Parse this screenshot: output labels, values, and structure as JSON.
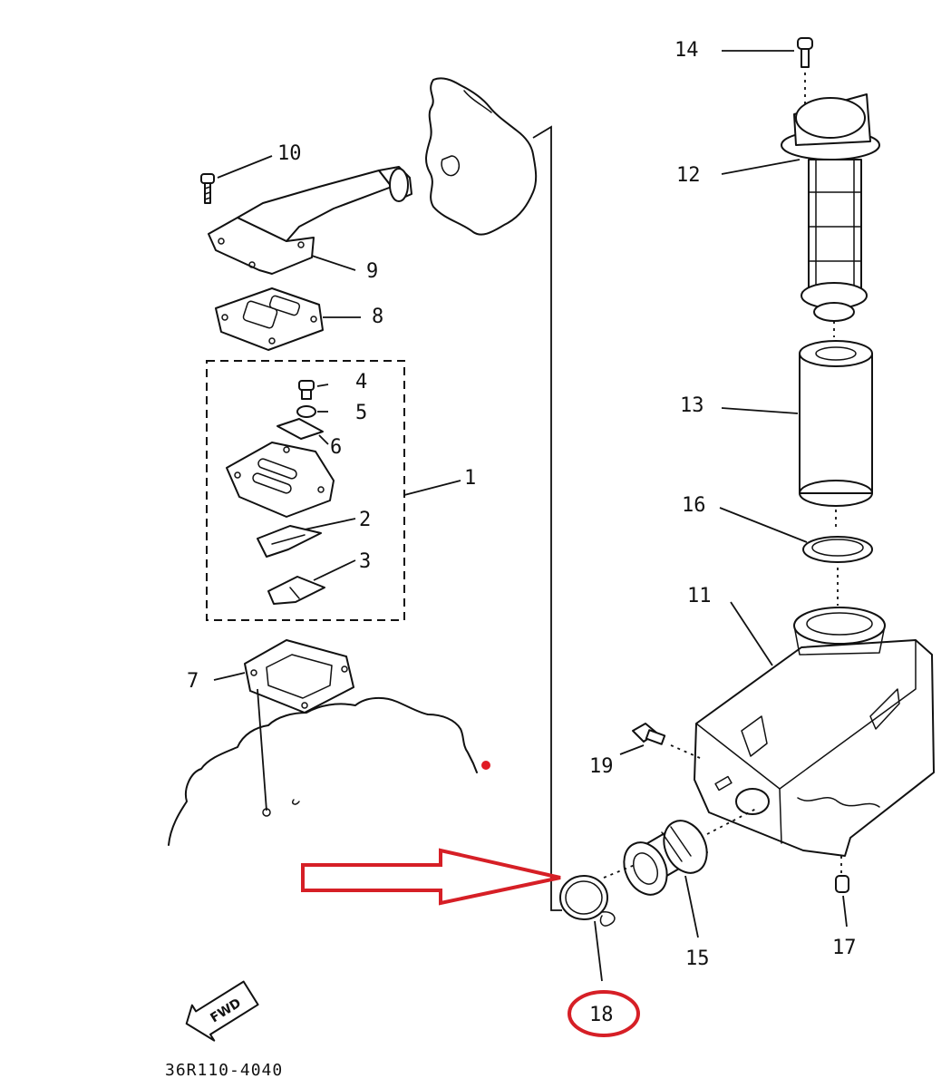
{
  "diagram": {
    "part_labels": {
      "p1": "1",
      "p2": "2",
      "p3": "3",
      "p4": "4",
      "p5": "5",
      "p6": "6",
      "p7": "7",
      "p8": "8",
      "p9": "9",
      "p10": "10",
      "p11": "11",
      "p12": "12",
      "p13": "13",
      "p14": "14",
      "p15": "15",
      "p16": "16",
      "p17": "17",
      "p18": "18",
      "p19": "19"
    },
    "direction_badge": "FWD",
    "drawing_code": "36R110-4040",
    "highlight": {
      "target_part": "18",
      "arrow_color": "#d61f26",
      "circle_color": "#d61f26"
    },
    "accent_dot_color": "#e01b24"
  }
}
